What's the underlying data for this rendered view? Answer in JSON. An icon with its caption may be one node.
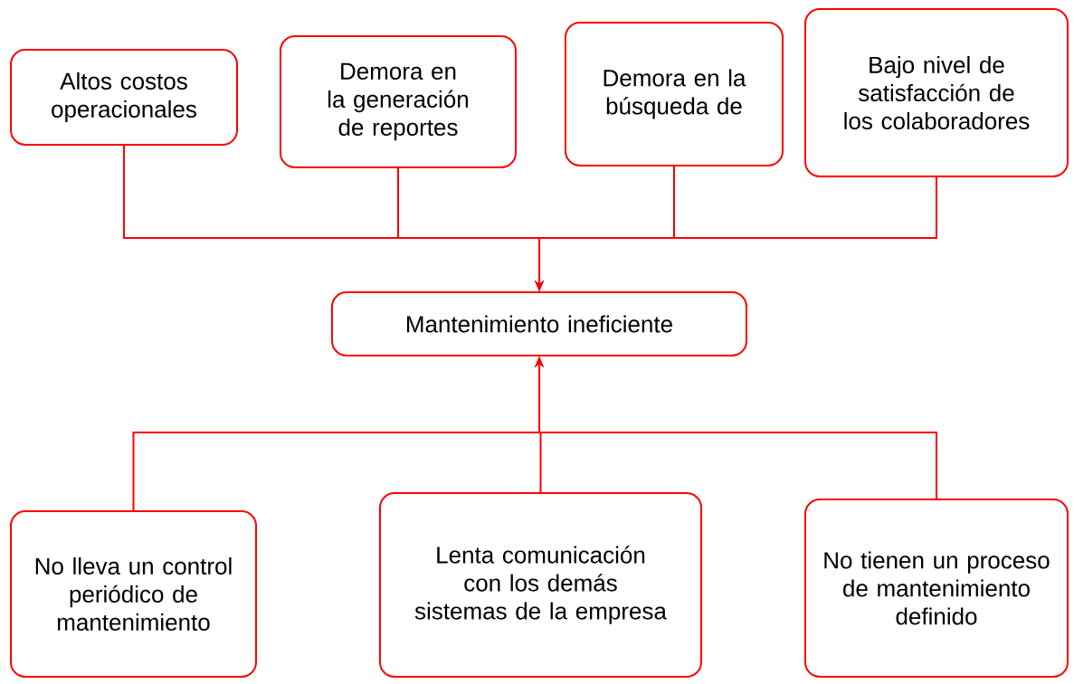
{
  "diagram": {
    "nodes": [
      {
        "text": [
          "Altos costos operacionales"
        ]
      },
      {
        "text": [
          "Demora en la generación de reportes"
        ]
      },
      {
        "text": [
          "Demora en la búsqueda de"
        ]
      },
      {
        "text": [
          "Bajo nivel de satisfacción de los colaboradores"
        ]
      },
      {
        "text": [
          "Mantenimiento ineficiente"
        ]
      },
      {
        "text": [
          "No lleva un control periódico de mantenimiento"
        ]
      },
      {
        "text": [
          "Lenta comunicación con los demás sistemas de la empresa"
        ]
      },
      {
        "text": [
          "No tienen un proceso de mantenimiento definido"
        ]
      }
    ],
    "edges": [
      {
        "from": 0,
        "to": 4,
        "arrow": "to"
      },
      {
        "from": 1,
        "to": 4,
        "arrow": "to"
      },
      {
        "from": 2,
        "to": 4,
        "arrow": "to"
      },
      {
        "from": 3,
        "to": 4,
        "arrow": "to"
      },
      {
        "from": 5,
        "to": 4,
        "arrow": "to"
      },
      {
        "from": 6,
        "to": 4,
        "arrow": "to"
      },
      {
        "from": 7,
        "to": 4,
        "arrow": "to"
      }
    ]
  }
}
